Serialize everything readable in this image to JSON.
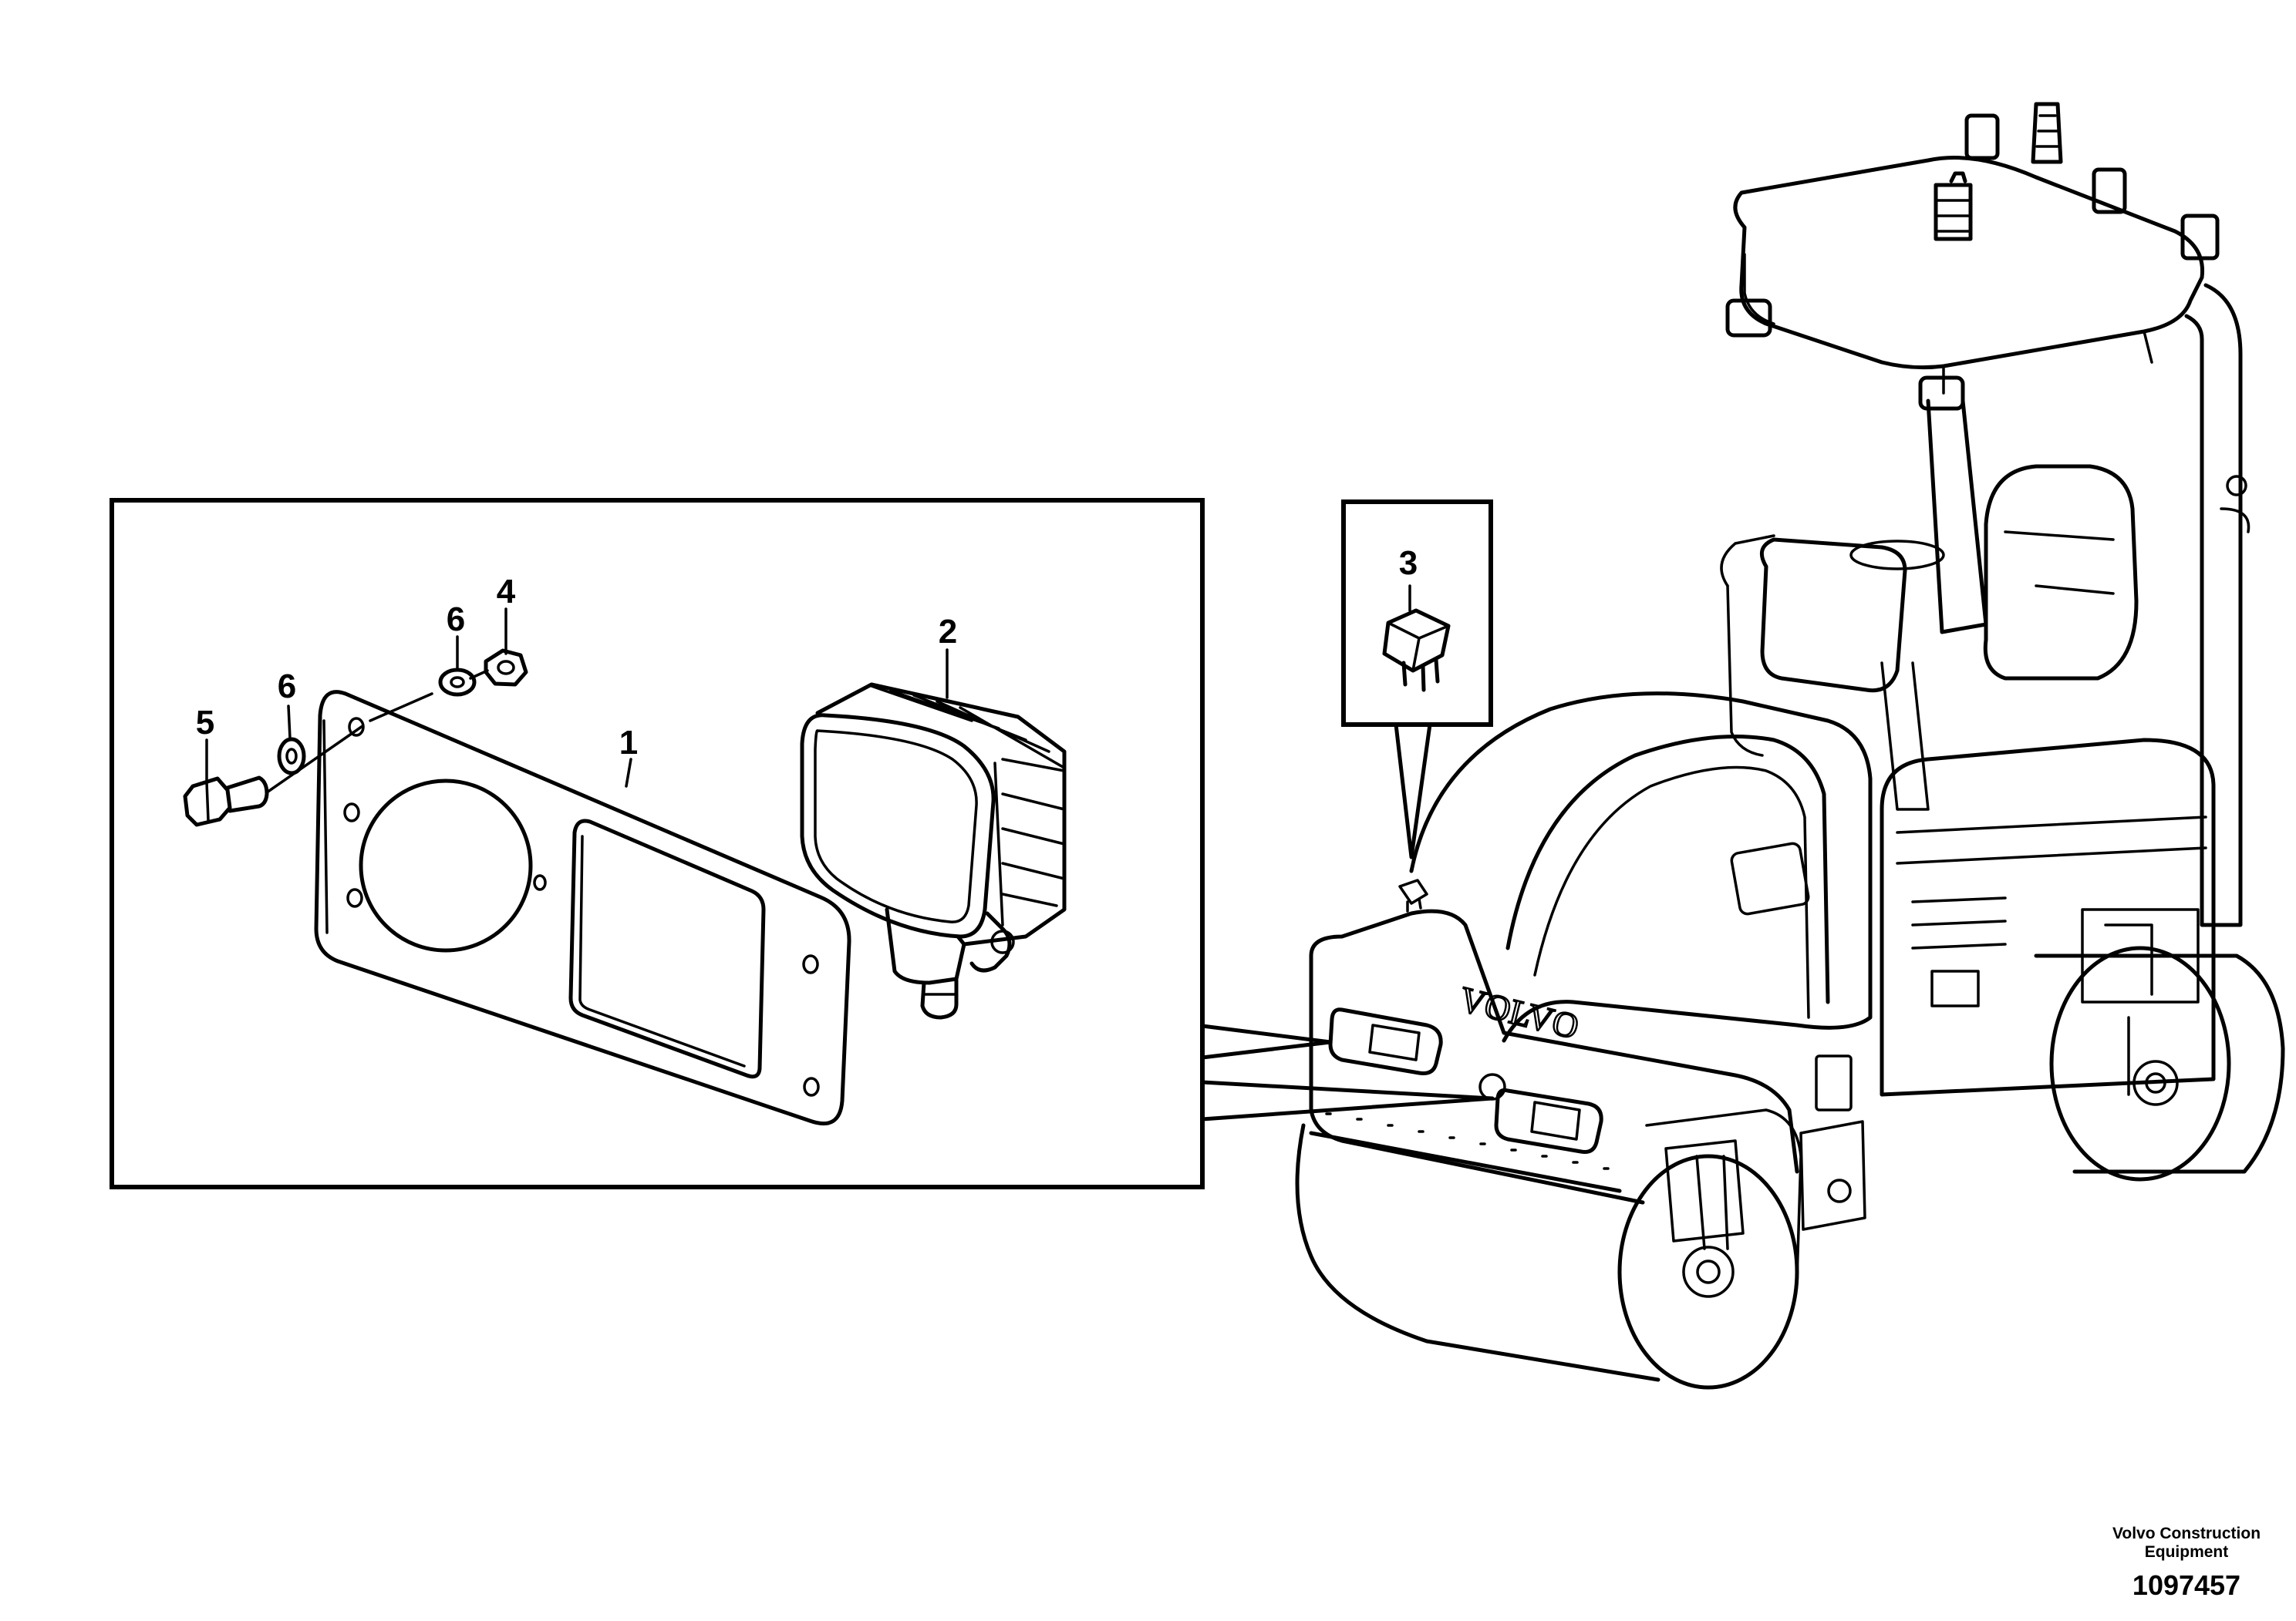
{
  "callouts": {
    "c1": "1",
    "c2": "2",
    "c3": "3",
    "c4": "4",
    "c5": "5",
    "c6a": "6",
    "c6b": "6"
  },
  "machine": {
    "hood_logo": "VOLVO"
  },
  "footer": {
    "brand_line1": "Volvo Construction",
    "brand_line2": "Equipment",
    "drawing_number": "1097457"
  }
}
